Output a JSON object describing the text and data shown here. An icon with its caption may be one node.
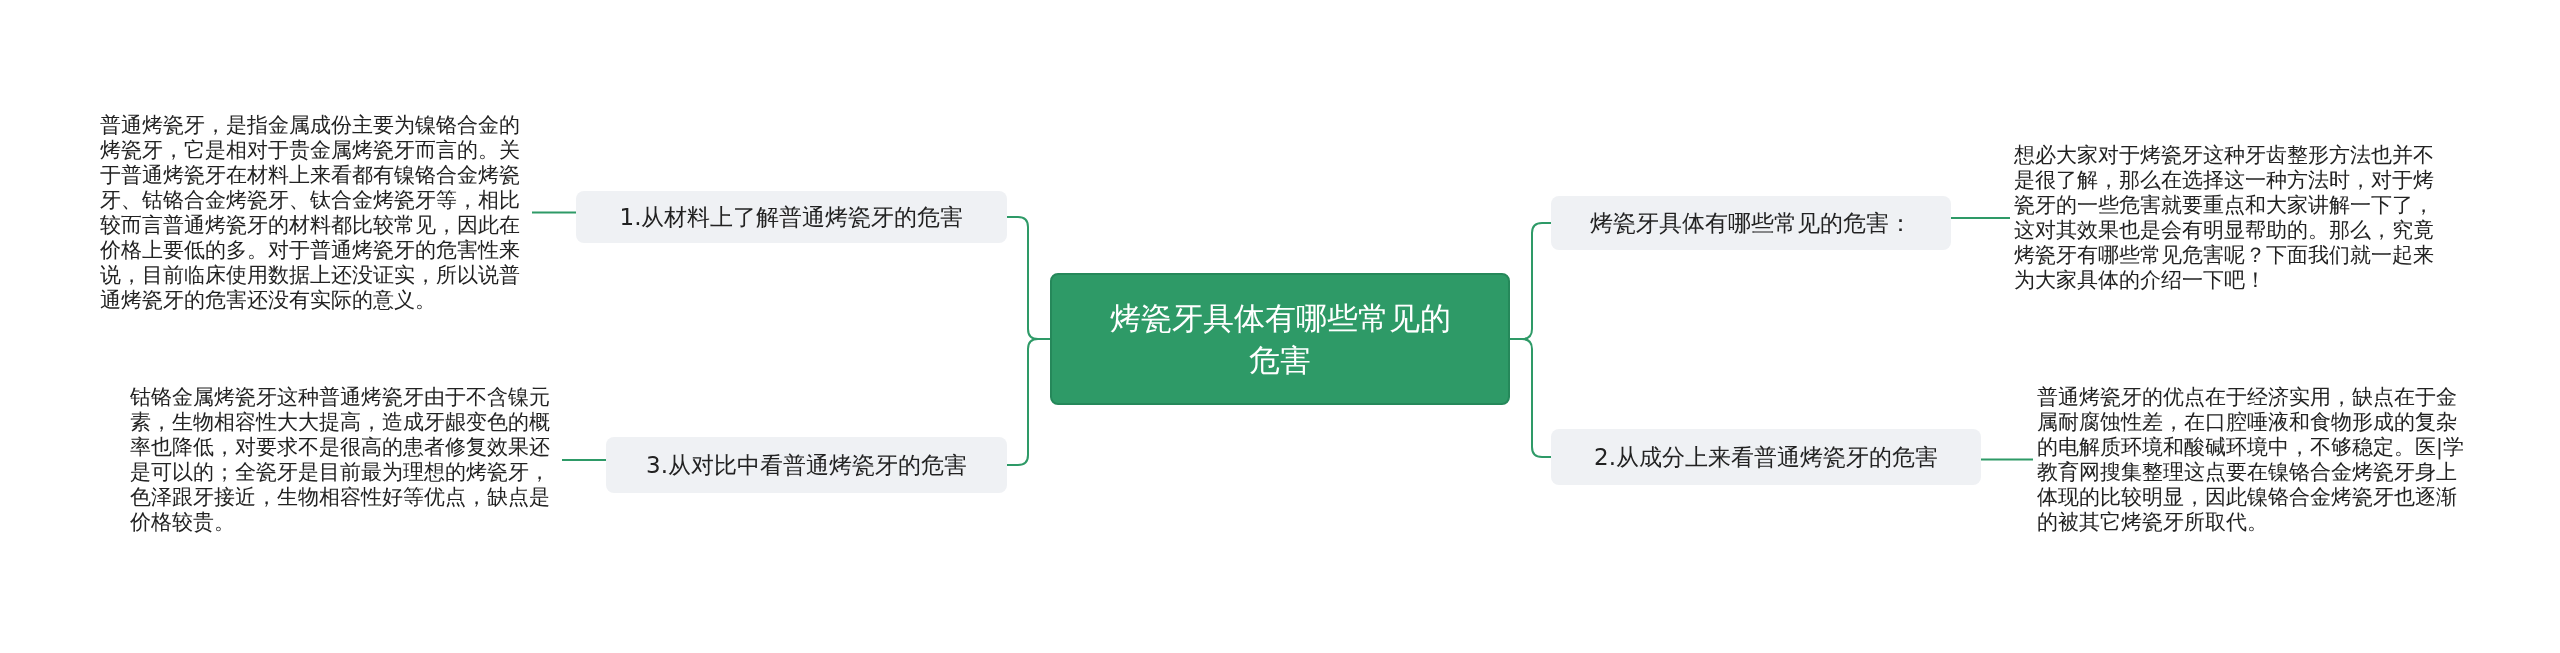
{
  "diagram": {
    "nodes": [
      {
        "text": [
          "烤瓷牙具体有哪些常见的危害"
        ]
      },
      {
        "text": [
          "1.从材料上了解普通烤瓷牙的危害"
        ]
      },
      {
        "text": [
          "普通烤瓷牙，是指金属成份主要为镍铬合金的烤瓷牙，它是相对于贵金属烤瓷牙而言的。关于普通烤瓷牙在材料上来看都有镍铬合金烤瓷牙、钴铬合金烤瓷牙、钛合金烤瓷牙等，相比较而言普通烤瓷牙的材料都比较常见，因此在价格上要低的多。对于普通烤瓷牙的危害性来说，目前临床使用数据上还没证实，所以说普通烤瓷牙的危害还没有实际的意义。"
        ]
      },
      {
        "text": [
          "3.从对比中看普通烤瓷牙的危害"
        ]
      },
      {
        "text": [
          "钴铬金属烤瓷牙这种普通烤瓷牙由于不含镍元素，生物相容性大大提高，造成牙龈变色的概率也降低，对要求不是很高的患者修复效果还是可以的；全瓷牙是目前最为理想的烤瓷牙，色泽跟牙接近，生物相容性好等优点，缺点是价格较贵。"
        ]
      },
      {
        "text": [
          "烤瓷牙具体有哪些常见的危害："
        ]
      },
      {
        "text": [
          "想必大家对于烤瓷牙这种牙齿整形方法也并不是很了解，那么在选择这一种方法时，对于烤瓷牙的一些危害就要重点和大家讲解一下了，这对其效果也是会有明显帮助的。那么，究竟烤瓷牙有哪些常见危害呢？下面我们就一起来为大家具体的介绍一下吧！"
        ]
      },
      {
        "text": [
          "2.从成分上来看普通烤瓷牙的危害"
        ]
      },
      {
        "text": [
          "普通烤瓷牙的优点在于经济实用，缺点在于金属耐腐蚀性差，在口腔唾液和食物形成的复杂的电解质环境和酸碱环境中，不够稳定。医|学教育网搜集整理这点要在镍铬合金烤瓷牙身上体现的比较明显，因此镍铬合金烤瓷牙也逐渐的被其它烤瓷牙所取代。"
        ]
      }
    ],
    "edges": [
      {
        "from": 0,
        "to": 1,
        "arrow": "none"
      },
      {
        "from": 0,
        "to": 3,
        "arrow": "none"
      },
      {
        "from": 0,
        "to": 5,
        "arrow": "none"
      },
      {
        "from": 0,
        "to": 7,
        "arrow": "none"
      },
      {
        "from": 1,
        "to": 2,
        "arrow": "none"
      },
      {
        "from": 3,
        "to": 4,
        "arrow": "none"
      },
      {
        "from": 5,
        "to": 6,
        "arrow": "none"
      },
      {
        "from": 7,
        "to": 8,
        "arrow": "none"
      }
    ]
  }
}
